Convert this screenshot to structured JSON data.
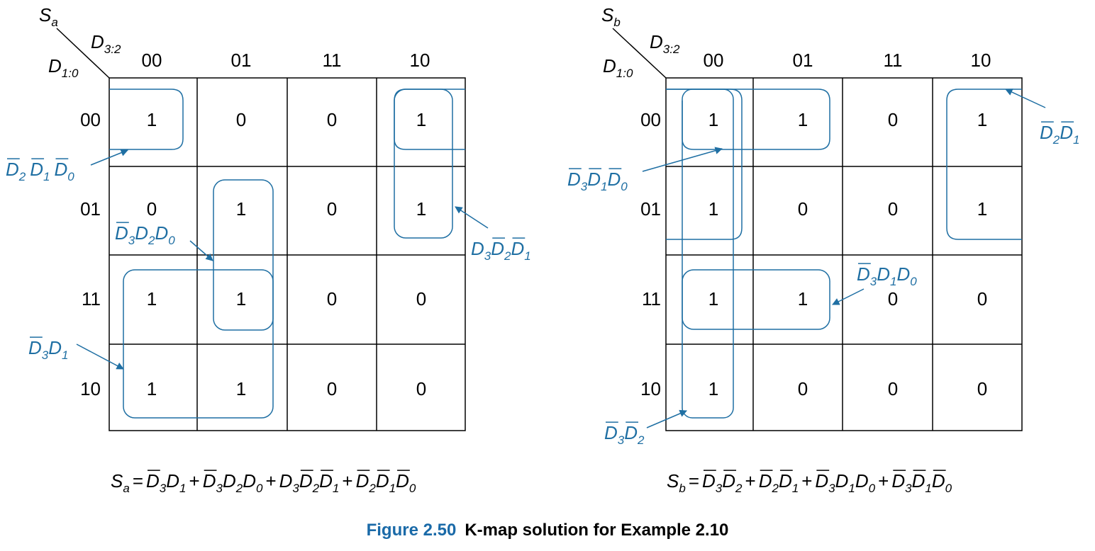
{
  "colors": {
    "grid": "#000000",
    "group": "#1f6fa3",
    "caption_number": "#1a6aa8"
  },
  "kmaps": [
    {
      "id": "left",
      "output": {
        "base": "S",
        "sub": "a"
      },
      "col_var": {
        "base": "D",
        "sub": "3:2"
      },
      "row_var": {
        "base": "D",
        "sub": "1:0"
      },
      "col_labels": [
        "00",
        "01",
        "11",
        "10"
      ],
      "row_labels": [
        "00",
        "01",
        "11",
        "10"
      ],
      "cells": [
        [
          "1",
          "0",
          "0",
          "1"
        ],
        [
          "0",
          "1",
          "0",
          "1"
        ],
        [
          "1",
          "1",
          "0",
          "0"
        ],
        [
          "1",
          "1",
          "0",
          "0"
        ]
      ],
      "equation": [
        [
          {
            "b": "S",
            "s": "a"
          }
        ],
        [
          {
            "b": "D",
            "s": "3",
            "bar": true
          },
          {
            "b": "D",
            "s": "1"
          }
        ],
        [
          {
            "b": "D",
            "s": "3",
            "bar": true
          },
          {
            "b": "D",
            "s": "2"
          },
          {
            "b": "D",
            "s": "0"
          }
        ],
        [
          {
            "b": "D",
            "s": "3"
          },
          {
            "b": "D",
            "s": "2",
            "bar": true
          },
          {
            "b": "D",
            "s": "1",
            "bar": true
          }
        ],
        [
          {
            "b": "D",
            "s": "2",
            "bar": true
          },
          {
            "b": "D",
            "s": "1",
            "bar": true
          },
          {
            "b": "D",
            "s": "0",
            "bar": true
          }
        ]
      ],
      "group_labels": [
        [
          {
            "b": "D",
            "s": "2",
            "bar": true
          },
          {
            "b": "D",
            "s": "1",
            "bar": true
          },
          {
            "b": "D",
            "s": "0",
            "bar": true
          }
        ],
        [
          {
            "b": "D",
            "s": "3",
            "bar": true
          },
          {
            "b": "D",
            "s": "2"
          },
          {
            "b": "D",
            "s": "0"
          }
        ],
        [
          {
            "b": "D",
            "s": "3"
          },
          {
            "b": "D",
            "s": "2",
            "bar": true
          },
          {
            "b": "D",
            "s": "1",
            "bar": true
          }
        ],
        [
          {
            "b": "D",
            "s": "3",
            "bar": true
          },
          {
            "b": "D",
            "s": "1"
          }
        ]
      ]
    },
    {
      "id": "right",
      "output": {
        "base": "S",
        "sub": "b"
      },
      "col_var": {
        "base": "D",
        "sub": "3:2"
      },
      "row_var": {
        "base": "D",
        "sub": "1:0"
      },
      "col_labels": [
        "00",
        "01",
        "11",
        "10"
      ],
      "row_labels": [
        "00",
        "01",
        "11",
        "10"
      ],
      "cells": [
        [
          "1",
          "1",
          "0",
          "1"
        ],
        [
          "1",
          "0",
          "0",
          "1"
        ],
        [
          "1",
          "1",
          "0",
          "0"
        ],
        [
          "1",
          "0",
          "0",
          "0"
        ]
      ],
      "equation": [
        [
          {
            "b": "S",
            "s": "b"
          }
        ],
        [
          {
            "b": "D",
            "s": "3",
            "bar": true
          },
          {
            "b": "D",
            "s": "2",
            "bar": true
          }
        ],
        [
          {
            "b": "D",
            "s": "2",
            "bar": true
          },
          {
            "b": "D",
            "s": "1",
            "bar": true
          }
        ],
        [
          {
            "b": "D",
            "s": "3",
            "bar": true
          },
          {
            "b": "D",
            "s": "1"
          },
          {
            "b": "D",
            "s": "0"
          }
        ],
        [
          {
            "b": "D",
            "s": "3",
            "bar": true
          },
          {
            "b": "D",
            "s": "1",
            "bar": true
          },
          {
            "b": "D",
            "s": "0",
            "bar": true
          }
        ]
      ],
      "group_labels": [
        [
          {
            "b": "D",
            "s": "2",
            "bar": true
          },
          {
            "b": "D",
            "s": "1",
            "bar": true
          }
        ],
        [
          {
            "b": "D",
            "s": "3",
            "bar": true
          },
          {
            "b": "D",
            "s": "1",
            "bar": true
          },
          {
            "b": "D",
            "s": "0",
            "bar": true
          }
        ],
        [
          {
            "b": "D",
            "s": "3",
            "bar": true
          },
          {
            "b": "D",
            "s": "1"
          },
          {
            "b": "D",
            "s": "0"
          }
        ],
        [
          {
            "b": "D",
            "s": "3",
            "bar": true
          },
          {
            "b": "D",
            "s": "2",
            "bar": true
          }
        ]
      ]
    }
  ],
  "caption": {
    "number": "Figure 2.50",
    "text": "K-map solution for Example 2.10"
  }
}
